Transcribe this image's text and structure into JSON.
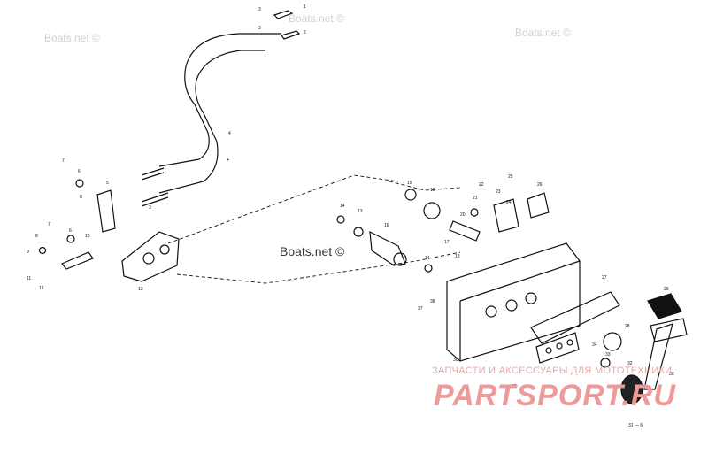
{
  "watermarks": {
    "top_left": "Boats.net ©",
    "top_center": "Boats.net ©",
    "top_right": "Boats.net ©",
    "center": "Boats.net ©"
  },
  "brand": {
    "tagline": "ЗАПЧАСТИ И АКСЕССУАРЫ ДЛЯ МОТОТЕХНИКИ",
    "logo": "PARTSPORT.RU"
  },
  "callouts": {
    "c1": "1",
    "c2": "2",
    "c3a": "3",
    "c3b": "3",
    "c3c": "3",
    "c4a": "4",
    "c4b": "4",
    "c5": "5",
    "c6a": "6",
    "c6b": "6",
    "c7a": "7",
    "c7b": "7",
    "c8a": "8",
    "c8b": "8",
    "c9": "9",
    "c10": "10",
    "c11": "11",
    "c12": "12",
    "c13a": "13",
    "c13b": "13",
    "c14a": "14",
    "c14b": "14",
    "c15": "15",
    "c16": "16",
    "c17": "17",
    "c18": "18",
    "c19": "19",
    "c20": "20",
    "c21": "21",
    "c22": "22",
    "c23": "23",
    "c24": "24",
    "c25": "25",
    "c26": "26",
    "c27": "27",
    "c28": "28",
    "c29": "29",
    "c30": "30",
    "c31": "31 — 6",
    "c32": "32",
    "c33": "33",
    "c34": "34",
    "c35": "35",
    "c36": "36",
    "c37": "37",
    "c38": "38"
  }
}
